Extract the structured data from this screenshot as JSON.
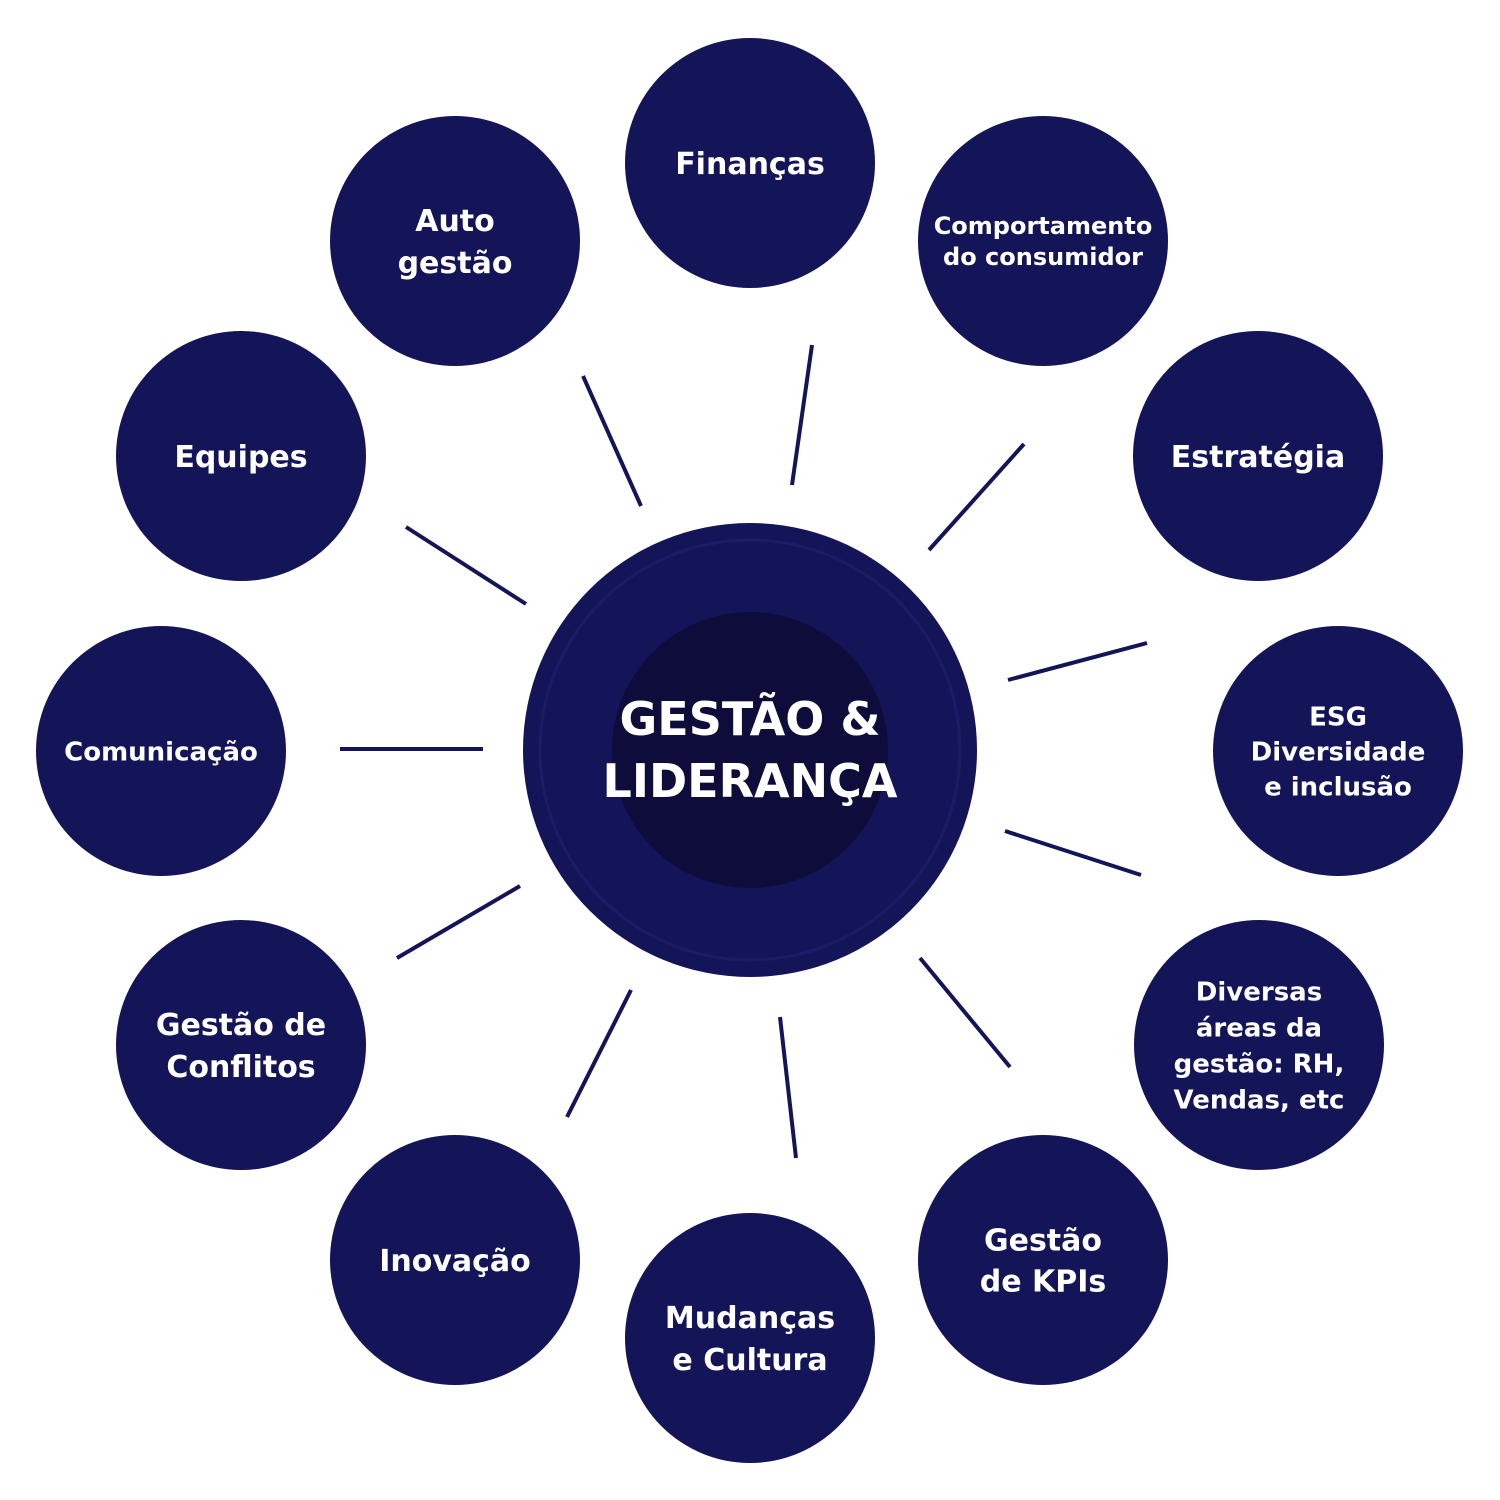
{
  "center": {
    "lines": [
      "GESTÃO &",
      "LIDERANÇA"
    ],
    "colors": {
      "outer": "#141559",
      "ring": "#1a1b62",
      "inner": "#0d0c3a"
    }
  },
  "node_color": "#141559",
  "nodes": [
    {
      "id": "financas",
      "lines": [
        "Finanças"
      ]
    },
    {
      "id": "comportamento-do-consumidor",
      "lines": [
        "Comportamento",
        "do consumidor"
      ]
    },
    {
      "id": "estrategia",
      "lines": [
        "Estratégia"
      ]
    },
    {
      "id": "esg",
      "lines": [
        "ESG",
        "Diversidade",
        "e inclusão"
      ]
    },
    {
      "id": "diversas-areas",
      "lines": [
        "Diversas",
        "áreas da",
        "gestão: RH,",
        "Vendas, etc"
      ]
    },
    {
      "id": "gestao-de-kpis",
      "lines": [
        "Gestão",
        "de KPIs"
      ]
    },
    {
      "id": "mudancas-e-cultura",
      "lines": [
        "Mudanças",
        "e Cultura"
      ]
    },
    {
      "id": "inovacao",
      "lines": [
        "Inovação"
      ]
    },
    {
      "id": "gestao-de-conflitos",
      "lines": [
        "Gestão de",
        "Conflitos"
      ]
    },
    {
      "id": "comunicacao",
      "lines": [
        "Comunicação"
      ]
    },
    {
      "id": "equipes",
      "lines": [
        "Equipes"
      ]
    },
    {
      "id": "auto-gestao",
      "lines": [
        "Auto",
        "gestão"
      ]
    }
  ]
}
